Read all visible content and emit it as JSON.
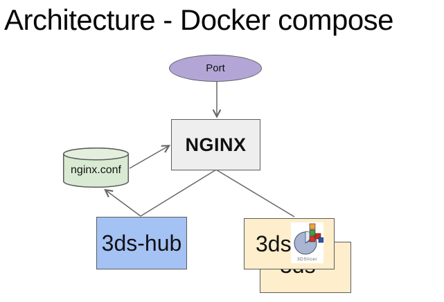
{
  "title": "Architecture - Docker compose",
  "diagram": {
    "background": "#ffffff",
    "stroke_color": "#666666",
    "border_color": "#5b5b5b",
    "nodes": {
      "port": {
        "label": "Port",
        "shape": "ellipse",
        "fill": "#b3a6d7"
      },
      "nginx": {
        "label": "NGINX",
        "shape": "rectangle",
        "fill": "#eeeeee"
      },
      "nginx_conf": {
        "label": "nginx.conf",
        "shape": "cylinder",
        "fill": "#d9ead3"
      },
      "hub": {
        "label": "3ds-hub",
        "shape": "rectangle",
        "fill": "#a4c2f4"
      },
      "slicer_front": {
        "label": "3ds",
        "shape": "rectangle",
        "fill": "#ffeecb"
      },
      "slicer_back": {
        "label": "3ds",
        "shape": "rectangle",
        "fill": "#ffeecb"
      }
    },
    "edges": [
      {
        "from": "port",
        "to": "nginx",
        "arrow": true
      },
      {
        "from": "nginx_conf",
        "to": "nginx",
        "arrow": true
      },
      {
        "from": "hub",
        "to": "nginx_conf",
        "arrow": true
      },
      {
        "from": "nginx",
        "to": "hub",
        "arrow": false
      },
      {
        "from": "nginx",
        "to": "slicer_front",
        "arrow": false
      }
    ]
  },
  "slicer_logo": {
    "caption": "3DSlicer",
    "sphere_color": "#a9b5d1",
    "cube_colors": [
      "#f0a239",
      "#43a047",
      "#d33426",
      "#c62d1f",
      "#2457b8"
    ]
  }
}
